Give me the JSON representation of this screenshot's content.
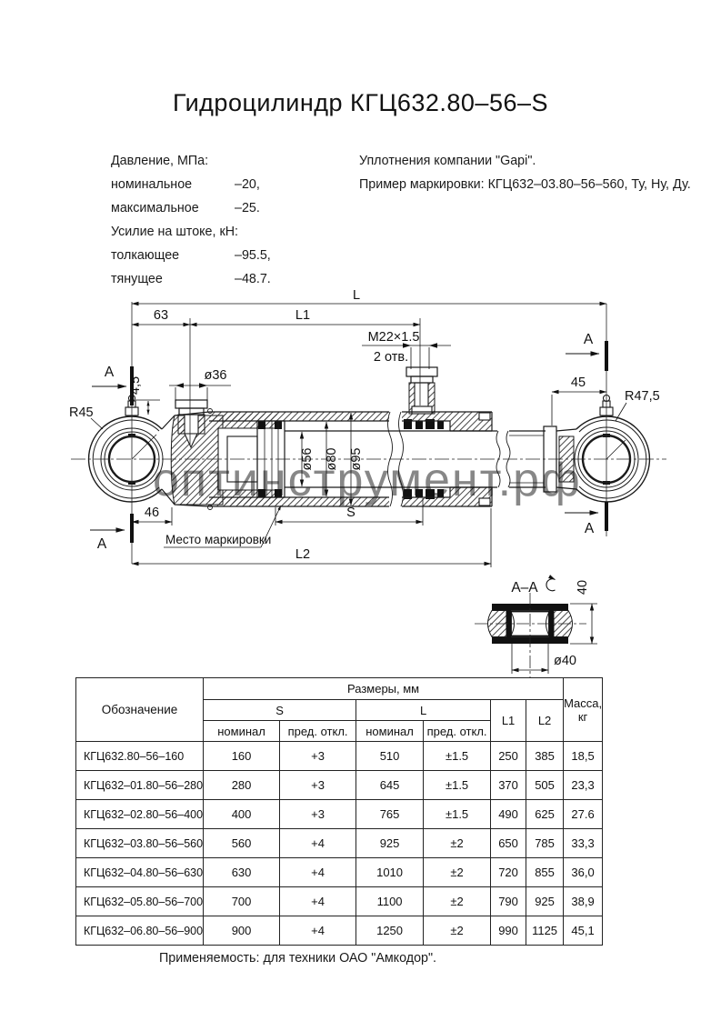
{
  "title": "Гидроцилиндр КГЦ632.80–56–S",
  "specs": {
    "left": [
      {
        "label": "Давление, МПа:",
        "value": ""
      },
      {
        "label": "номинальное",
        "value": "–20,"
      },
      {
        "label": "максимальное",
        "value": "–25."
      },
      {
        "label": "Усилие на штоке, кН:",
        "value": ""
      },
      {
        "label": "толкающее",
        "value": "–95.5,"
      },
      {
        "label": "тянущее",
        "value": "–48.7."
      }
    ],
    "right": [
      "Уплотнения компании \"Gapi\".",
      "Пример маркировки: КГЦ632–03.80–56–560, Ту, Ну, Ду."
    ]
  },
  "drawing": {
    "dims": {
      "L": "L",
      "L1": "L1",
      "L2": "L2",
      "S": "S",
      "d63": "63",
      "d46": "46",
      "d45": "45",
      "d4_5": "4,5",
      "d36": "ø36",
      "d56": "ø56",
      "d80": "ø80",
      "d95": "ø95",
      "m22": "M22×1.5",
      "holes": "2 отв.",
      "r45": "R45",
      "r475": "R47,5",
      "sec": "A",
      "secview": "A–A",
      "d40": "40",
      "dia40": "ø40",
      "marking": "Место маркировки"
    },
    "watermark": {
      "text": "оптинструмент.рф",
      "color": "#8d9fd6"
    }
  },
  "table": {
    "headers": {
      "designation": "Обозначение",
      "sizes": "Размеры, мм",
      "s": "S",
      "l": "L",
      "l1": "L1",
      "l2": "L2",
      "mass": "Масса,",
      "mass2": "кг",
      "nominal": "номинал",
      "dev": "пред. откл."
    },
    "rows": [
      {
        "name": "КГЦ632.80–56–160",
        "s_nom": "160",
        "s_dev": "+3",
        "l_nom": "510",
        "l_dev": "±1.5",
        "l1": "250",
        "l2": "385",
        "mass": "18,5"
      },
      {
        "name": "КГЦ632–01.80–56–280",
        "s_nom": "280",
        "s_dev": "+3",
        "l_nom": "645",
        "l_dev": "±1.5",
        "l1": "370",
        "l2": "505",
        "mass": "23,3"
      },
      {
        "name": "КГЦ632–02.80–56–400",
        "s_nom": "400",
        "s_dev": "+3",
        "l_nom": "765",
        "l_dev": "±1.5",
        "l1": "490",
        "l2": "625",
        "mass": "27.6"
      },
      {
        "name": "КГЦ632–03.80–56–560",
        "s_nom": "560",
        "s_dev": "+4",
        "l_nom": "925",
        "l_dev": "±2",
        "l1": "650",
        "l2": "785",
        "mass": "33,3"
      },
      {
        "name": "КГЦ632–04.80–56–630",
        "s_nom": "630",
        "s_dev": "+4",
        "l_nom": "1010",
        "l_dev": "±2",
        "l1": "720",
        "l2": "855",
        "mass": "36,0"
      },
      {
        "name": "КГЦ632–05.80–56–700",
        "s_nom": "700",
        "s_dev": "+4",
        "l_nom": "1100",
        "l_dev": "±2",
        "l1": "790",
        "l2": "925",
        "mass": "38,9"
      },
      {
        "name": "КГЦ632–06.80–56–900",
        "s_nom": "900",
        "s_dev": "+4",
        "l_nom": "1250",
        "l_dev": "±2",
        "l1": "990",
        "l2": "1125",
        "mass": "45,1"
      }
    ]
  },
  "footer": {
    "note": "Применяемость: для техники ОАО \"Амкодор\"."
  }
}
